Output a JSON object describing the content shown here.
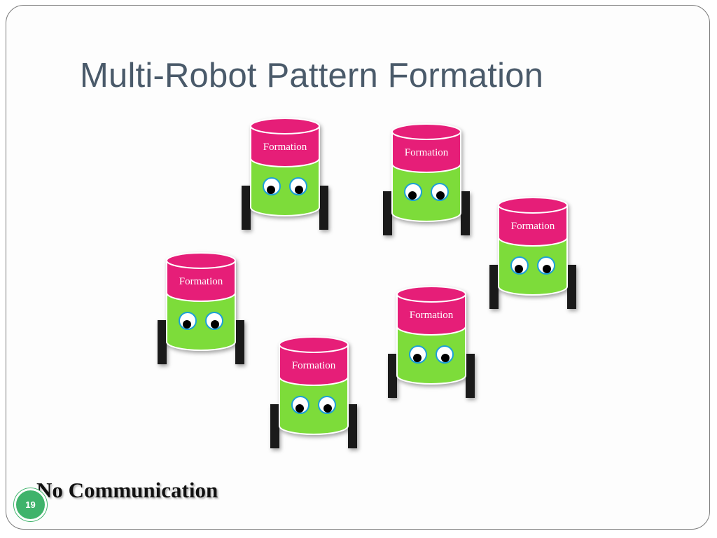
{
  "slide": {
    "title": "Multi-Robot Pattern Formation",
    "caption": "No Communication",
    "page_number": "19"
  },
  "robots": [
    {
      "label": "Formation"
    },
    {
      "label": "Formation"
    },
    {
      "label": "Formation"
    },
    {
      "label": "Formation"
    },
    {
      "label": "Formation"
    },
    {
      "label": "Formation"
    }
  ],
  "colors": {
    "title_text": "#4a5a6a",
    "robot_head": "#e61e78",
    "robot_body": "#7ddc3a",
    "robot_wheel": "#1a1a1a",
    "page_badge": "#3fb36b"
  }
}
